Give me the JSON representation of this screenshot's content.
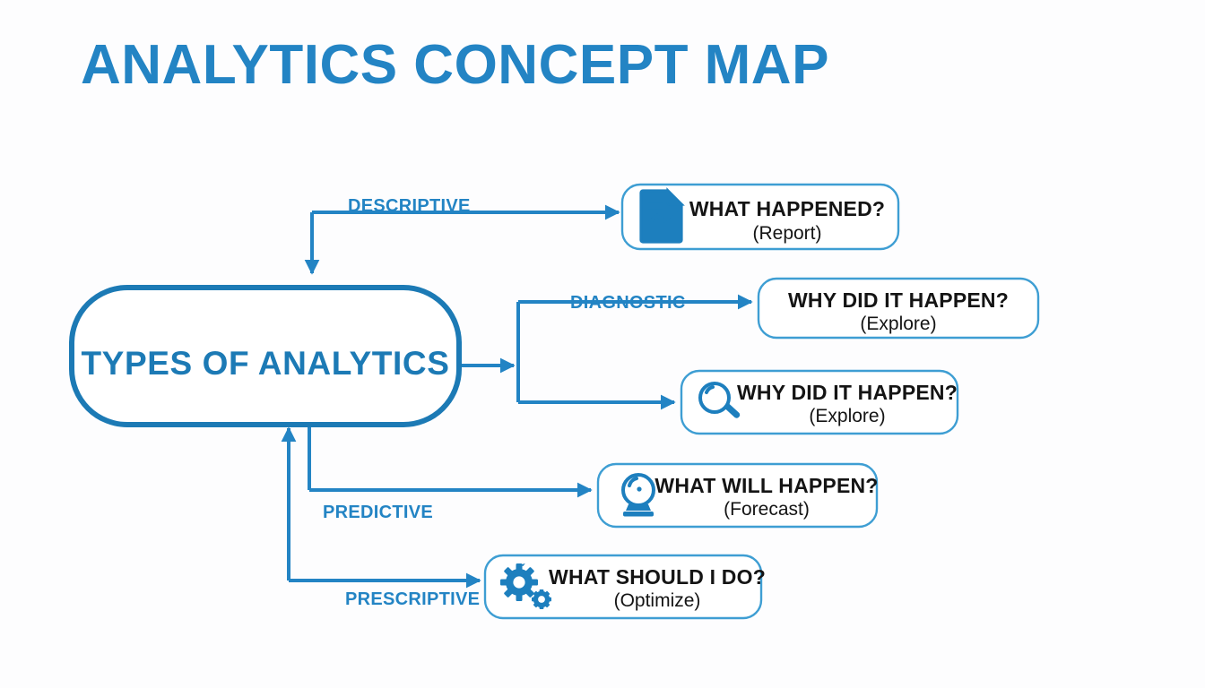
{
  "page": {
    "title": "ANALYTICS CONCEPT MAP",
    "background_color": "#fdfdfe",
    "accent_color": "#2384c4",
    "hub_color": "#1c7ab5",
    "card_border_color": "#3e9ed3",
    "icon_color": "#1d7fbe",
    "text_color": "#141414"
  },
  "hub": {
    "label": "TYPES OF ANALYTICS"
  },
  "edges": [
    {
      "id": "descriptive",
      "label": "DESCRIPTIVE"
    },
    {
      "id": "diagnostic",
      "label": "DIAGNOSTIC"
    },
    {
      "id": "predictive",
      "label": "PREDICTIVE"
    },
    {
      "id": "prescriptive",
      "label": "PRESCRIPTIVE"
    }
  ],
  "cards": [
    {
      "id": "descriptive-card",
      "title": "WHAT HAPPENED?",
      "subtitle": "(Report)",
      "icon": "report-document-icon",
      "has_icon": true
    },
    {
      "id": "diagnostic-card-top",
      "title": "WHY DID IT HAPPEN?",
      "subtitle": "(Explore)",
      "icon": "none",
      "has_icon": false
    },
    {
      "id": "diagnostic-card-bottom",
      "title": "WHY DID IT HAPPEN?",
      "subtitle": "(Explore)",
      "icon": "magnifier-icon",
      "has_icon": true
    },
    {
      "id": "predictive-card",
      "title": "WHAT WILL HAPPEN?",
      "subtitle": "(Forecast)",
      "icon": "crystal-ball-icon",
      "has_icon": true
    },
    {
      "id": "prescriptive-card",
      "title": "WHAT SHOULD I DO?",
      "subtitle": "(Optimize)",
      "icon": "gears-icon",
      "has_icon": true
    }
  ]
}
